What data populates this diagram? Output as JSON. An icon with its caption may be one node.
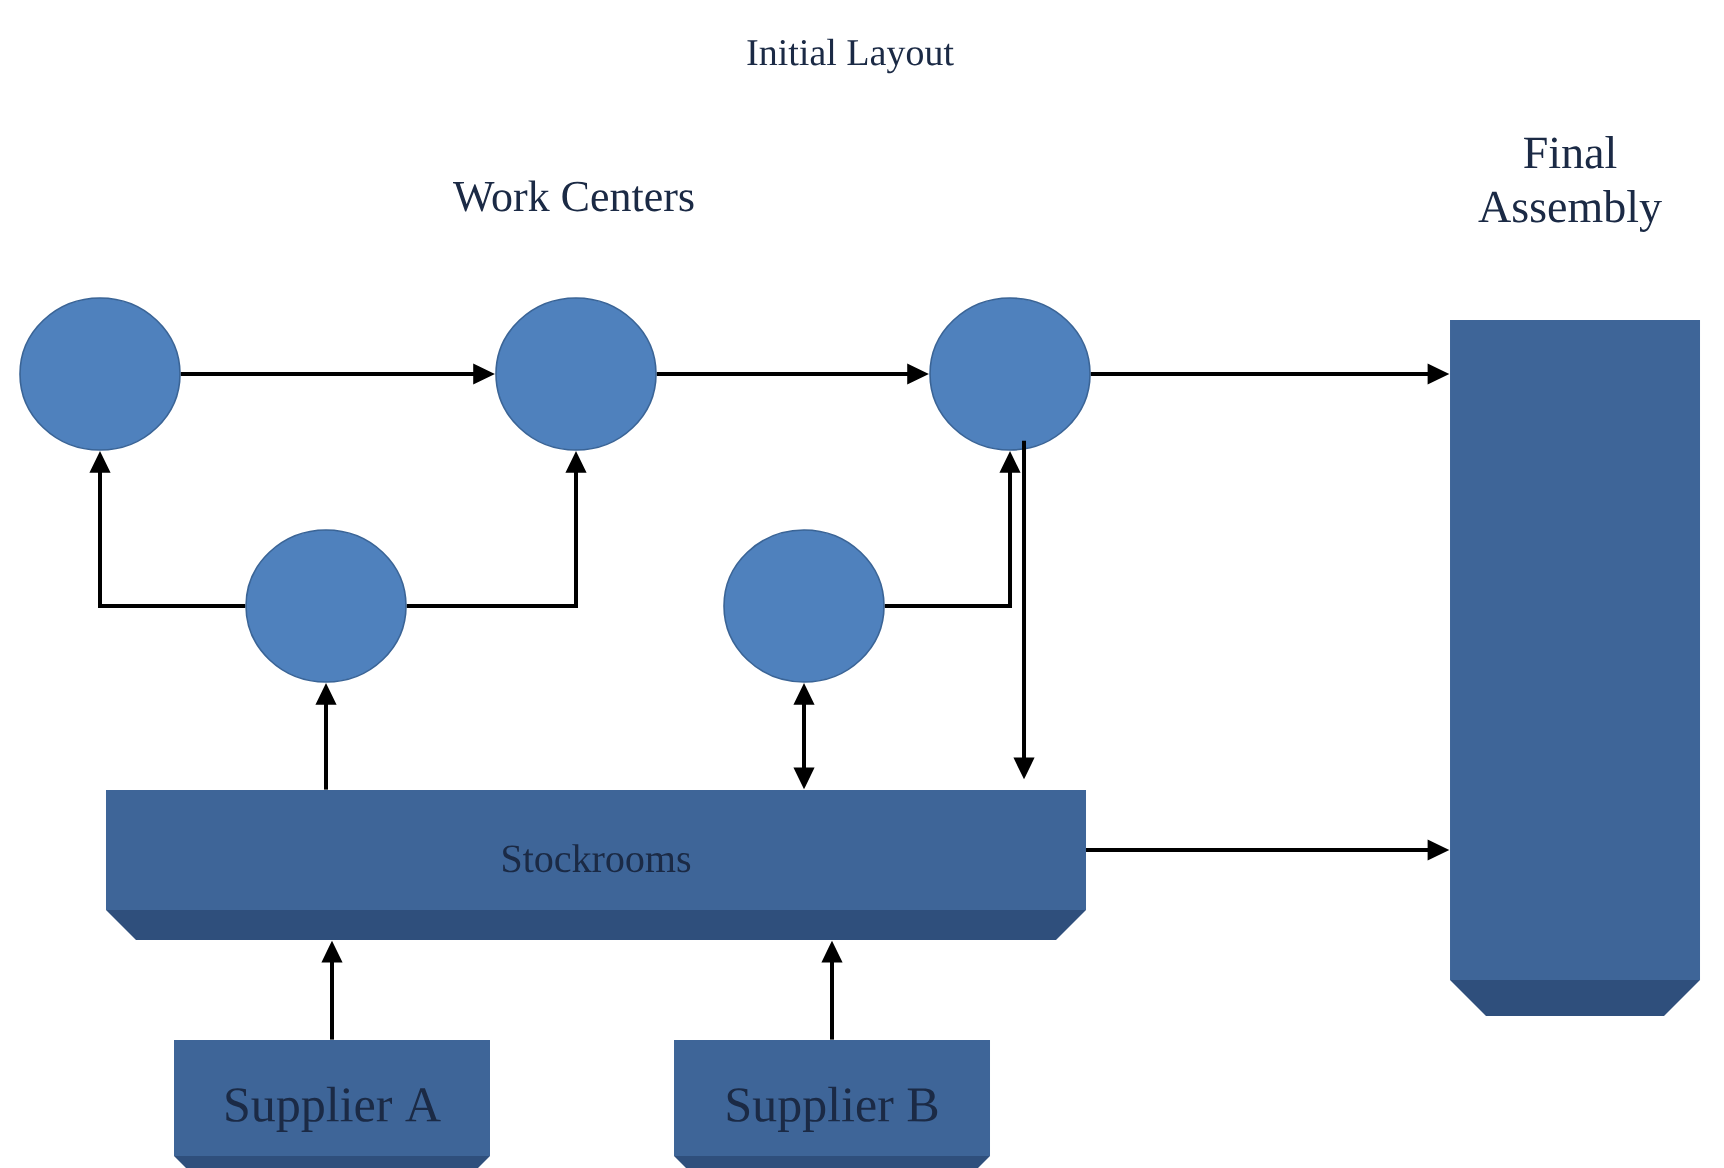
{
  "diagram": {
    "title": "Initial Layout",
    "nodes": [
      {
        "text": [],
        "shape": "circle"
      },
      {
        "text": [],
        "shape": "circle"
      },
      {
        "text": [],
        "shape": "circle"
      },
      {
        "text": [],
        "shape": "circle"
      },
      {
        "text": [],
        "shape": "circle"
      },
      {
        "text": [
          "Stockrooms"
        ]
      },
      {
        "text": [
          "Final Assembly"
        ]
      },
      {
        "text": [
          "Supplier A"
        ]
      },
      {
        "text": [
          "Supplier B"
        ]
      }
    ],
    "edges": [
      {
        "from": 0,
        "to": 1,
        "arrow": "to"
      },
      {
        "from": 1,
        "to": 2,
        "arrow": "to"
      },
      {
        "from": 2,
        "to": 6,
        "arrow": "to"
      },
      {
        "from": 3,
        "to": 0,
        "arrow": "to"
      },
      {
        "from": 3,
        "to": 1,
        "arrow": "to"
      },
      {
        "from": 5,
        "to": 3,
        "arrow": "to"
      },
      {
        "from": 4,
        "to": 2,
        "arrow": "to"
      },
      {
        "from": 4,
        "to": 5,
        "arrow": "both"
      },
      {
        "from": 2,
        "to": 5,
        "arrow": "to"
      },
      {
        "from": 5,
        "to": 6,
        "arrow": "to"
      },
      {
        "from": 7,
        "to": 5,
        "arrow": "to"
      },
      {
        "from": 8,
        "to": 5,
        "arrow": "to"
      }
    ],
    "labels": [
      "Work Centers"
    ]
  }
}
